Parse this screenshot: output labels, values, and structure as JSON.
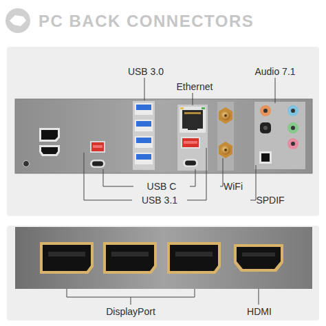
{
  "diagram": {
    "title": "PC BACK CONNECTORS",
    "labels": [
      "USB 3.0",
      "Ethernet",
      "Audio 7.1",
      "USB C",
      "WiFi",
      "USB 3.1",
      "SPDIF",
      "DisplayPort",
      "HDMI"
    ]
  }
}
